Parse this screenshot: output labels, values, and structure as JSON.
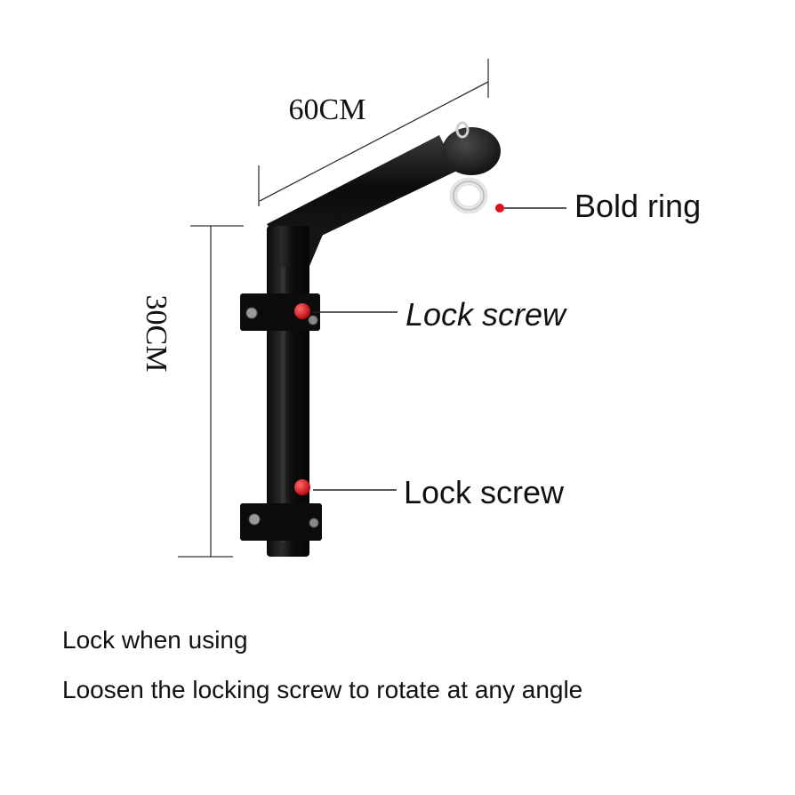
{
  "dimensions": {
    "width_label": "60CM",
    "height_label": "30CM"
  },
  "callouts": {
    "ring": "Bold ring",
    "lock_top": "Lock screw",
    "lock_bottom": "Lock screw"
  },
  "captions": {
    "line1": "Lock when using",
    "line2": "Loosen the locking screw to rotate at any angle"
  },
  "colors": {
    "bracket": "#0d0d0d",
    "screw": "#d8101a",
    "ring": "#e8e8e8",
    "dimension_line": "#333333"
  }
}
